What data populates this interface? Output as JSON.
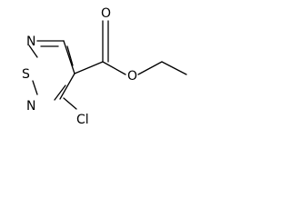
{
  "molecule": {
    "atoms": {
      "sulfur": "S",
      "nitrogen_top": "N",
      "nitrogen_bottom": "N",
      "chlorine": "Cl",
      "oxygen_carbonyl": "O",
      "oxygen_ester": "O"
    },
    "colors": {
      "bond": "#000000",
      "label": "#000000",
      "background": "#ffffff"
    }
  }
}
